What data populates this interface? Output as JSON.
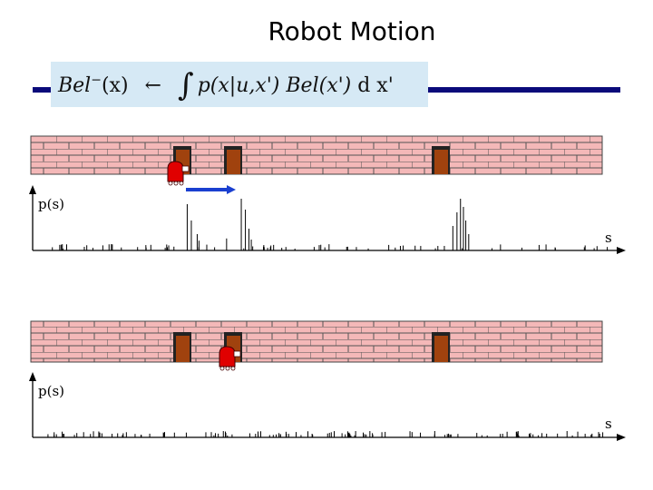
{
  "title": "Robot Motion",
  "formula": {
    "lhs": "Bel",
    "lhs_sup": "−",
    "lhs_arg": "(x)",
    "arrow": "←",
    "integral": "∫",
    "integrand": "p(x|u,x') Bel(x')",
    "differential": "d x'"
  },
  "panels": [
    {
      "ylabel": "p(s)",
      "xlabel": "s",
      "motion_arrow": true,
      "belief_peaks": [
        {
          "s": 0.263,
          "p": 0.85
        },
        {
          "s": 0.27,
          "p": 0.55
        },
        {
          "s": 0.28,
          "p": 0.3
        },
        {
          "s": 0.283,
          "p": 0.18
        },
        {
          "s": 0.33,
          "p": 0.22
        },
        {
          "s": 0.355,
          "p": 0.95
        },
        {
          "s": 0.362,
          "p": 0.75
        },
        {
          "s": 0.368,
          "p": 0.4
        },
        {
          "s": 0.372,
          "p": 0.2
        },
        {
          "s": 0.715,
          "p": 0.45
        },
        {
          "s": 0.722,
          "p": 0.7
        },
        {
          "s": 0.728,
          "p": 0.95
        },
        {
          "s": 0.733,
          "p": 0.8
        },
        {
          "s": 0.737,
          "p": 0.55
        },
        {
          "s": 0.742,
          "p": 0.3
        }
      ]
    },
    {
      "ylabel": "p(s)",
      "xlabel": "s",
      "motion_arrow": false,
      "belief_peaks": []
    }
  ],
  "colors": {
    "brick": "#f4b8b8",
    "mortar": "#444444",
    "door": "#a0420e",
    "robot": "#e00000",
    "arrow": "#1a3fd0",
    "rule": "#0a0a7a",
    "formula_bg": "#d6e9f5"
  }
}
